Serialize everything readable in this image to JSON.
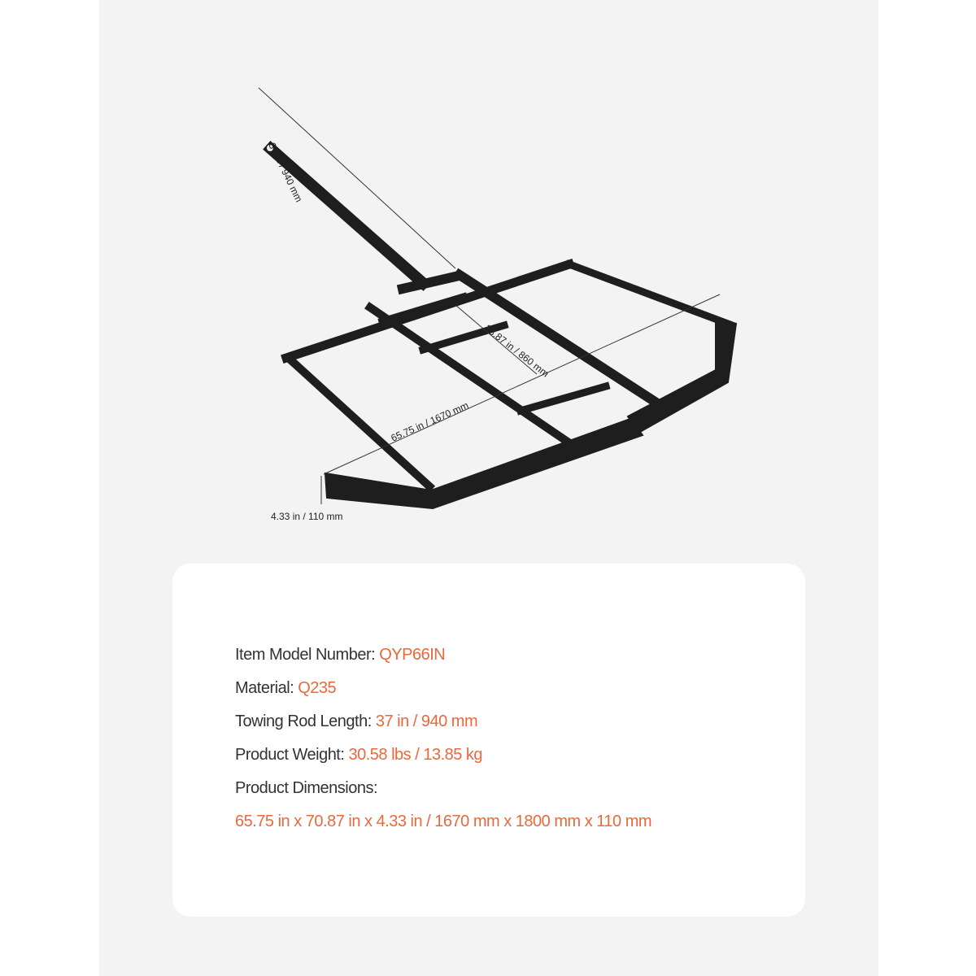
{
  "diagram": {
    "rod_length_label": "37 in / 940 mm",
    "depth_label": "33.87 in / 860 mm",
    "width_label": "65.75 in / 1670 mm",
    "height_label": "4.33 in / 110 mm"
  },
  "specs": [
    {
      "label": "Item Model Number: ",
      "value": "QYP66IN"
    },
    {
      "label": "Material: ",
      "value": "Q235"
    },
    {
      "label": "Towing Rod Length: ",
      "value": "37 in / 940 mm"
    },
    {
      "label": "Product Weight: ",
      "value": "30.58 lbs /  13.85 kg"
    },
    {
      "label": "Product Dimensions:",
      "value": ""
    },
    {
      "label": "",
      "value": "65.75 in x 70.87 in x 4.33 in / 1670 mm x 1800  mm x 110 mm"
    }
  ],
  "colors": {
    "accent": "#e8693c",
    "text": "#333333",
    "frame": "#1e1e1e",
    "panel": "#f3f3f3"
  }
}
